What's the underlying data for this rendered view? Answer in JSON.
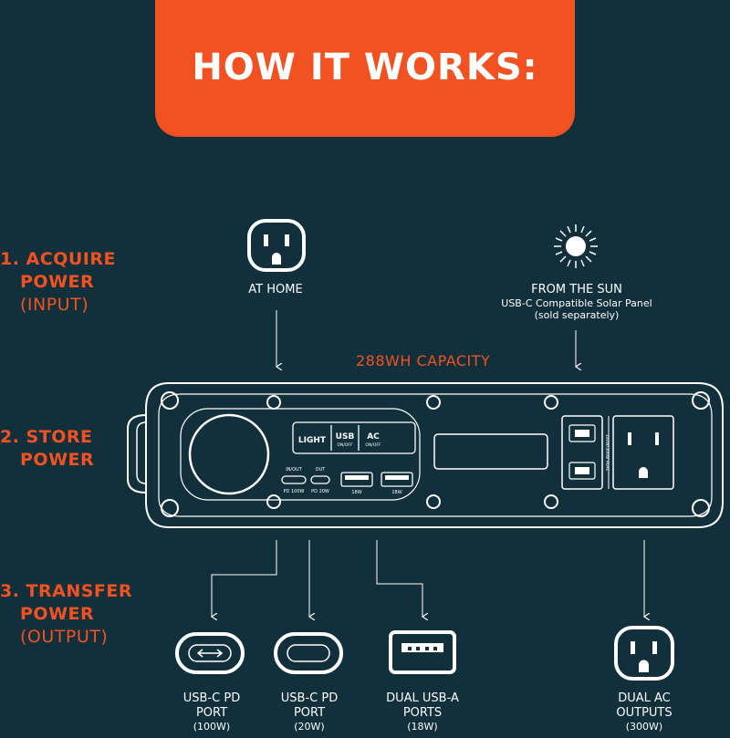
{
  "banner": {
    "title": "HOW IT WORKS:"
  },
  "steps": [
    {
      "line1": "1. ACQUIRE",
      "line2": "POWER",
      "sub": "(INPUT)"
    },
    {
      "line1": "2. STORE",
      "line2": "POWER",
      "sub": ""
    },
    {
      "line1": "3. TRANSFER",
      "line2": "POWER",
      "sub": "(OUTPUT)"
    }
  ],
  "inputs": {
    "home": {
      "label": "AT HOME",
      "icon": "wall-outlet-icon"
    },
    "sun": {
      "label": "FROM THE SUN",
      "detail": "USB-C Compatible Solar Panel",
      "note": "(sold separately)",
      "icon": "sun-icon"
    }
  },
  "capacity": "288WH CAPACITY",
  "device": {
    "buttons": {
      "light": "LIGHT",
      "usb": "USB",
      "usb_sub": "ON/OFF",
      "ac": "AC",
      "ac_sub": "ON/OFF"
    },
    "port_labels": {
      "in_out": "IN/OUT",
      "out": "OUT",
      "pd100": "PD 100W",
      "pd20": "PD 20W",
      "a1": "18W",
      "a2": "18W",
      "ac_side": "100W/300W PEAK"
    }
  },
  "outputs": [
    {
      "line1": "USB-C PD",
      "line2": "PORT",
      "sub": "(100W)",
      "icon": "usb-c-bidirectional-icon"
    },
    {
      "line1": "USB-C PD",
      "line2": "PORT",
      "sub": "(20W)",
      "icon": "usb-c-icon"
    },
    {
      "line1": "DUAL USB-A",
      "line2": "PORTS",
      "sub": "(18W)",
      "icon": "usb-a-icon"
    },
    {
      "line1": "DUAL AC",
      "line2": "OUTPUTS",
      "sub": "(300W)",
      "icon": "ac-outlet-icon"
    }
  ],
  "colors": {
    "background": "#11303b",
    "accent": "#f25221",
    "line": "#ffffff"
  }
}
